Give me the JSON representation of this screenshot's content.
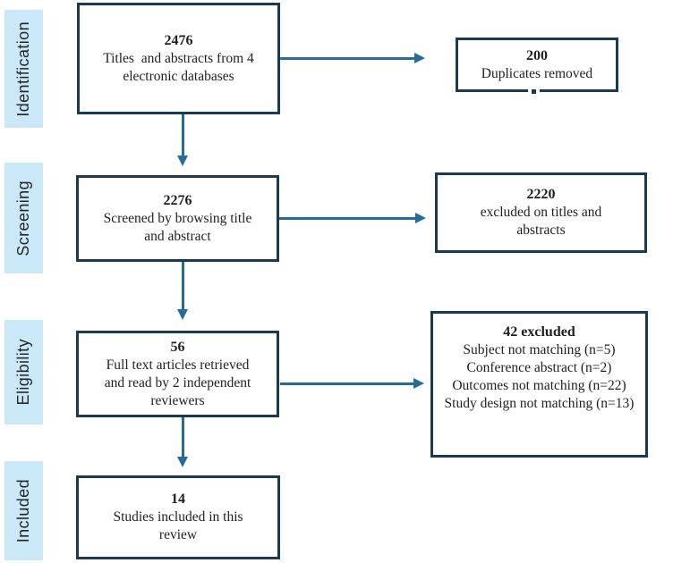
{
  "stages": [
    {
      "label": "Identification"
    },
    {
      "label": "Screening"
    },
    {
      "label": "Eligibility"
    },
    {
      "label": "Included"
    }
  ],
  "boxes": {
    "records_identified": {
      "count": "2476",
      "lines": [
        "Titles  and abstracts from 4",
        "electronic databases"
      ]
    },
    "duplicates_removed": {
      "count": "200",
      "lines": [
        "Duplicates removed"
      ]
    },
    "records_screened": {
      "count": "2276",
      "lines": [
        "Screened by browsing title",
        "and abstract"
      ]
    },
    "records_excluded": {
      "count": "2220",
      "lines": [
        "excluded on titles and",
        "abstracts"
      ]
    },
    "fulltext_reviewed": {
      "count": "56",
      "lines": [
        "Full text articles retrieved",
        "and read by 2 independent",
        "reviewers"
      ]
    },
    "fulltext_excluded": {
      "count": "42 excluded",
      "lines": [
        "Subject not matching (n=5)",
        "Conference abstract (n=2)",
        "Outcomes not matching (n=22)",
        "Study design not matching (n=13)"
      ]
    },
    "studies_included": {
      "count": "14",
      "lines": [
        "Studies included in this",
        "review"
      ]
    }
  },
  "colors": {
    "box_border": "#1a3a53",
    "arrow": "#266c9b",
    "stage_fill": "#c9e9f9",
    "text": "#1f1f1f"
  }
}
